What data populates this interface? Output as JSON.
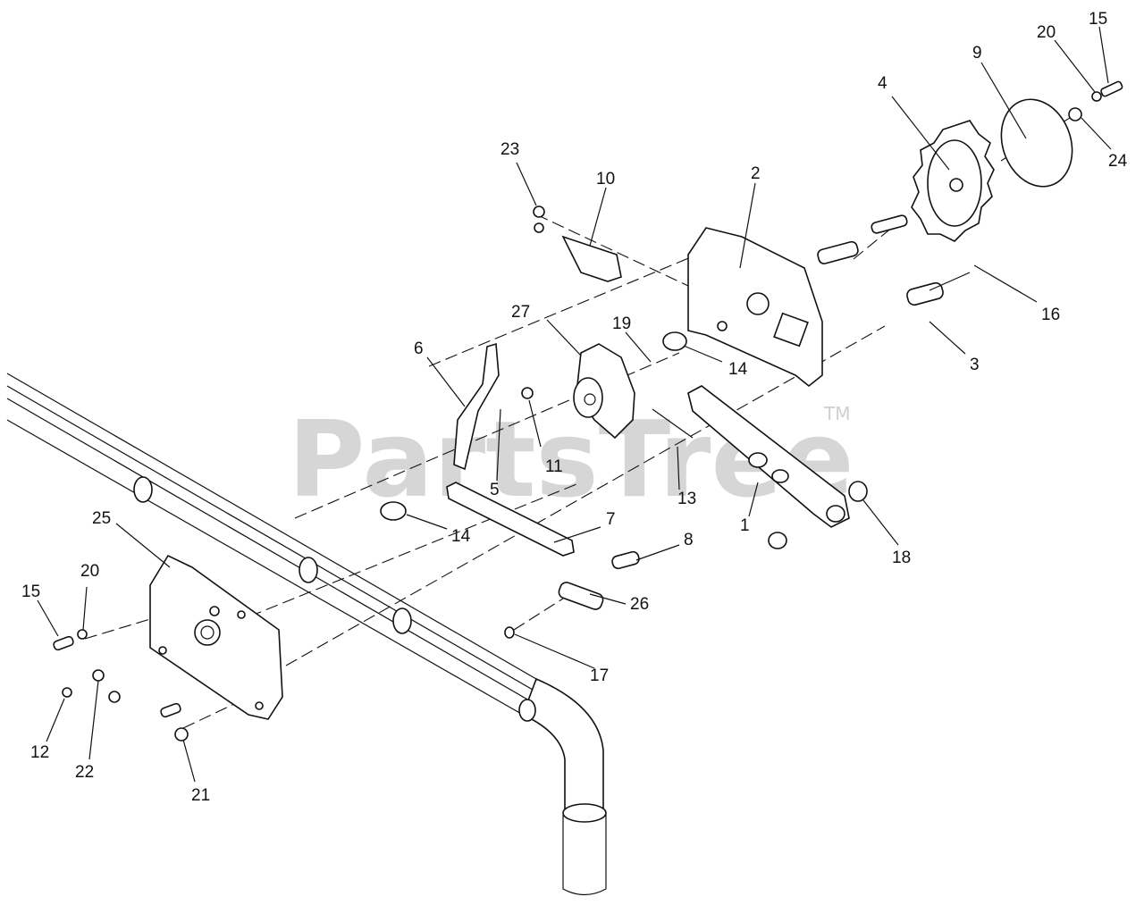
{
  "watermark": {
    "text": "PartsTree",
    "mark": "TM"
  },
  "callouts": [
    {
      "id": "c1",
      "label": "1"
    },
    {
      "id": "c2",
      "label": "2"
    },
    {
      "id": "c3",
      "label": "3"
    },
    {
      "id": "c4",
      "label": "4"
    },
    {
      "id": "c5",
      "label": "5"
    },
    {
      "id": "c6",
      "label": "6"
    },
    {
      "id": "c7",
      "label": "7"
    },
    {
      "id": "c8",
      "label": "8"
    },
    {
      "id": "c9",
      "label": "9"
    },
    {
      "id": "c10",
      "label": "10"
    },
    {
      "id": "c11",
      "label": "11"
    },
    {
      "id": "c12",
      "label": "12"
    },
    {
      "id": "c13",
      "label": "13"
    },
    {
      "id": "c14a",
      "label": "14"
    },
    {
      "id": "c14b",
      "label": "14"
    },
    {
      "id": "c15a",
      "label": "15"
    },
    {
      "id": "c15b",
      "label": "15"
    },
    {
      "id": "c16",
      "label": "16"
    },
    {
      "id": "c17",
      "label": "17"
    },
    {
      "id": "c18",
      "label": "18"
    },
    {
      "id": "c19",
      "label": "19"
    },
    {
      "id": "c20a",
      "label": "20"
    },
    {
      "id": "c20b",
      "label": "20"
    },
    {
      "id": "c21",
      "label": "21"
    },
    {
      "id": "c22",
      "label": "22"
    },
    {
      "id": "c23",
      "label": "23"
    },
    {
      "id": "c24",
      "label": "24"
    },
    {
      "id": "c25",
      "label": "25"
    },
    {
      "id": "c26",
      "label": "26"
    },
    {
      "id": "c27",
      "label": "27"
    }
  ]
}
